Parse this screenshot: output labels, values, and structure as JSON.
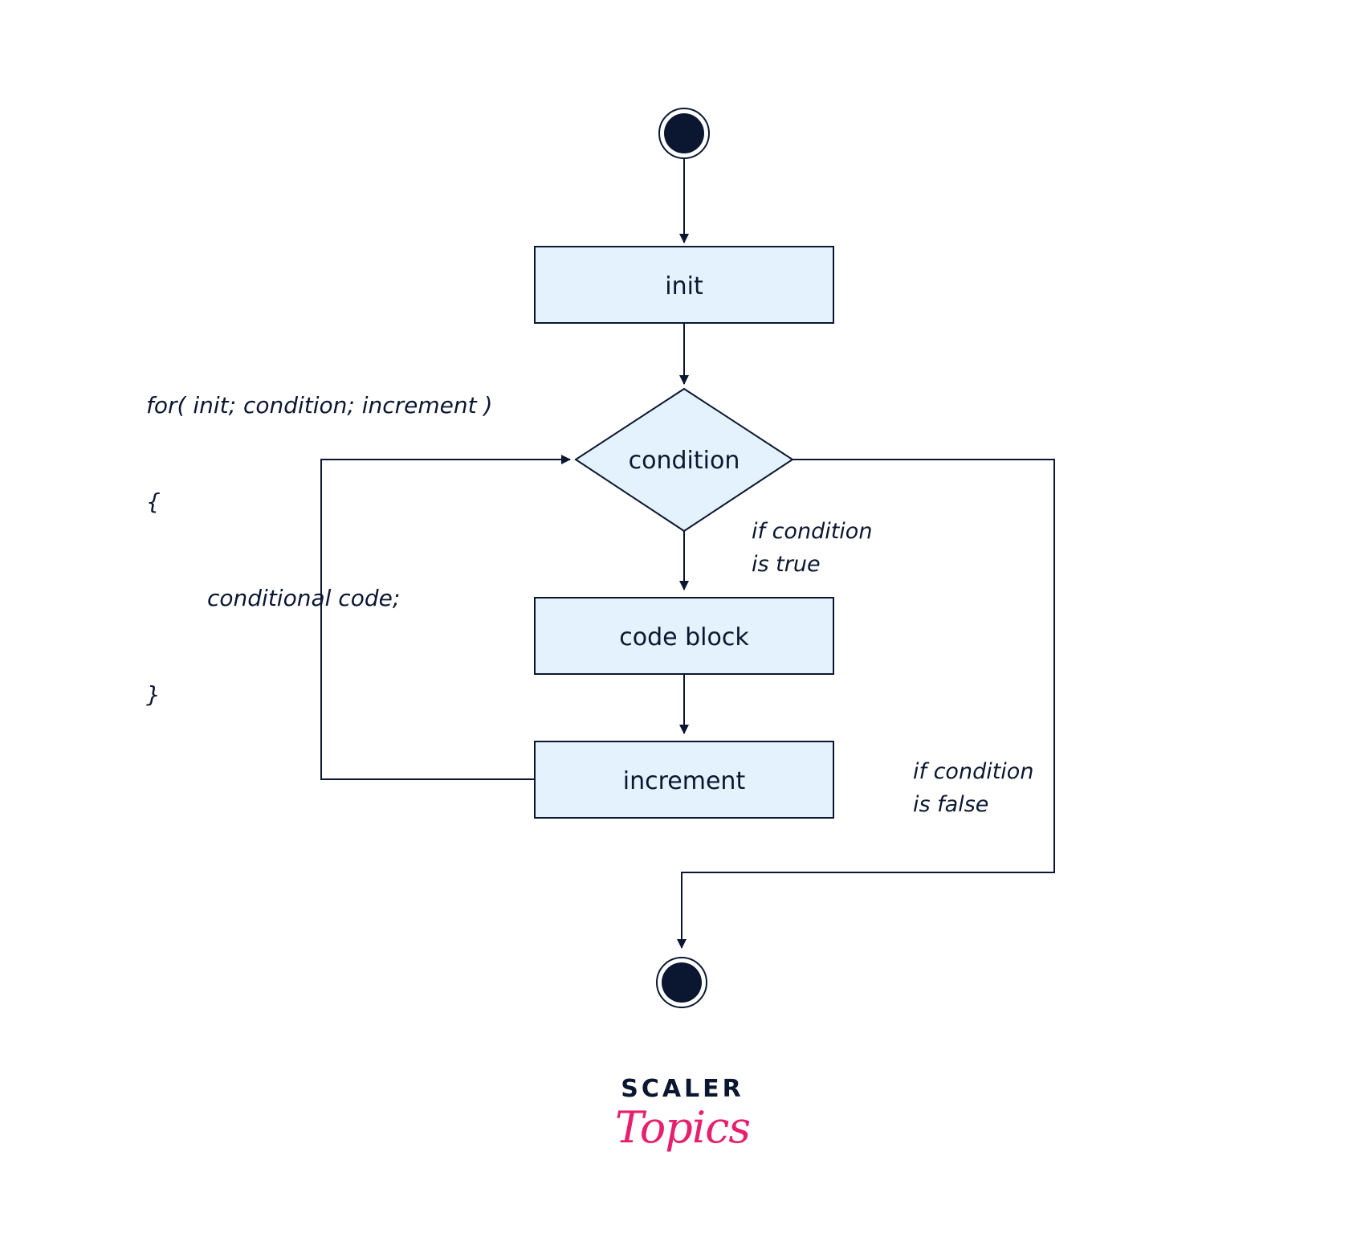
{
  "diagram": {
    "nodes": {
      "init": "init",
      "condition": "condition",
      "code_block": "code block",
      "increment": "increment"
    },
    "edge_labels": {
      "true_line1": "if condition",
      "true_line2": "is true",
      "false_line1": "if condition",
      "false_line2": "is false"
    },
    "code_snippet": {
      "line1": "for( init; condition; increment )",
      "line2": "{",
      "line3": "conditional code;",
      "line4": "}"
    },
    "colors": {
      "box_fill": "#e3f2fd",
      "stroke": "#0b1730",
      "terminal_fill": "#0b1730"
    }
  },
  "branding": {
    "brand_top": "SCALER",
    "brand_bottom": "Topics",
    "brand_accent": "#e6206d"
  }
}
